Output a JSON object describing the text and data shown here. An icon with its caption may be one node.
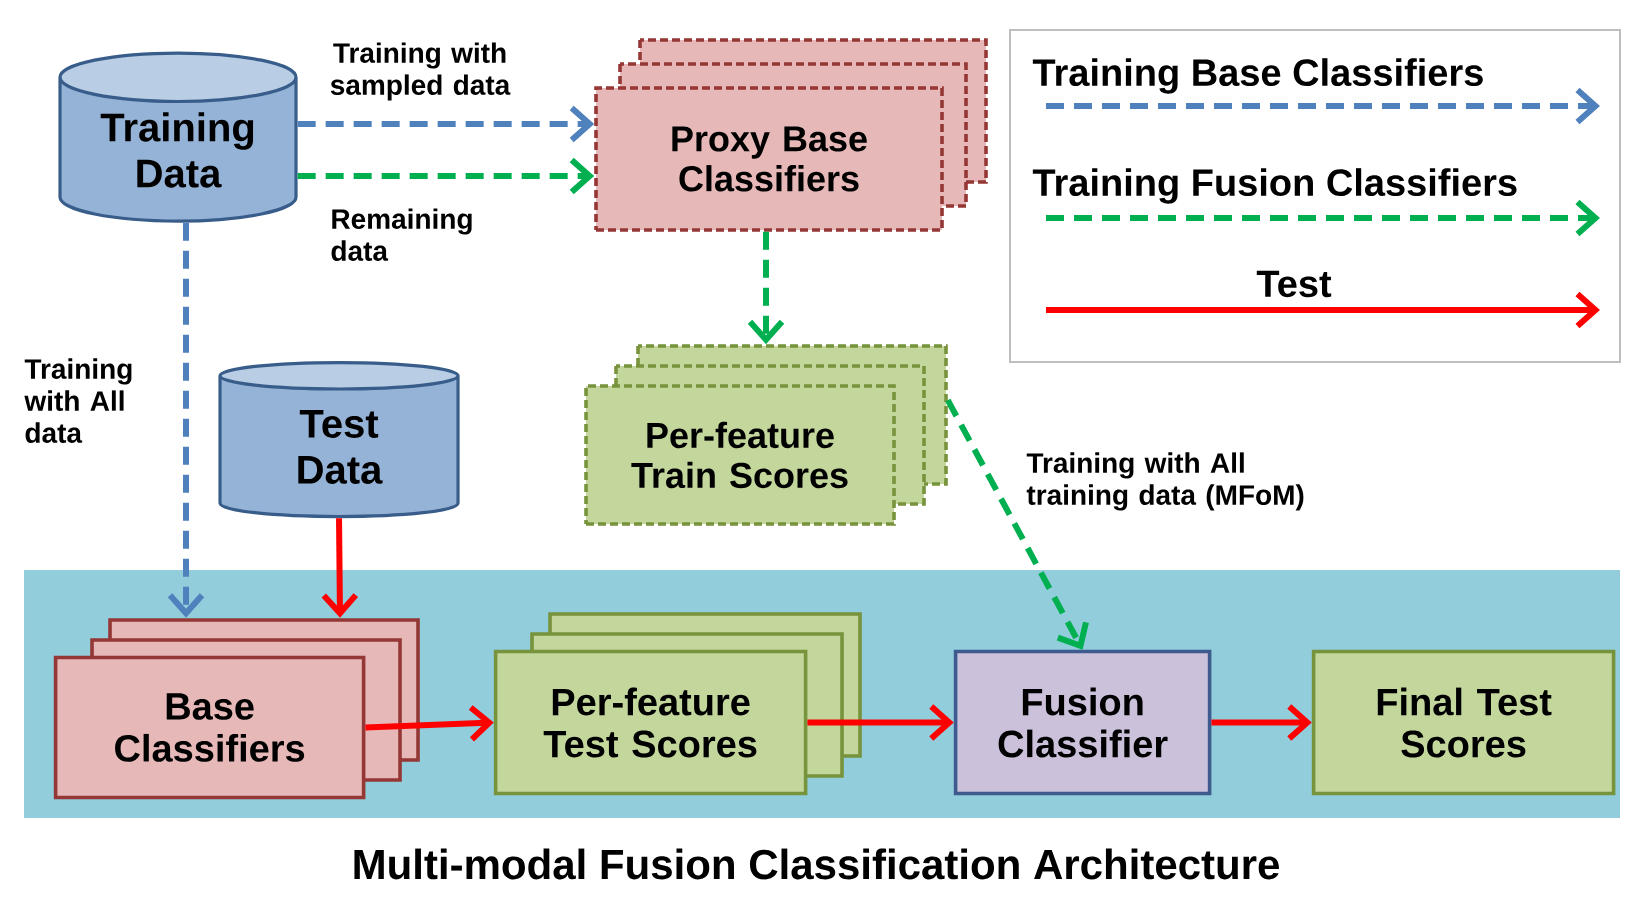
{
  "diagram": {
    "caption": "Multi-modal Fusion Classification Architecture",
    "nodes": [
      {
        "text": [],
        "shape": "band"
      },
      {
        "text": [
          "Training Data"
        ]
      },
      {
        "text": [
          "Proxy Base Classifiers"
        ]
      },
      {
        "text": [
          "Test Data"
        ]
      },
      {
        "text": [
          "Per-feature Train Scores"
        ]
      },
      {
        "text": [
          "Base Classifiers"
        ],
        "in": 0
      },
      {
        "text": [
          "Per-feature Test Scores"
        ],
        "in": 0
      },
      {
        "text": [
          "Fusion Classifier"
        ],
        "in": 0
      },
      {
        "text": [
          "Final Test Scores"
        ],
        "in": 0
      }
    ],
    "edges": [
      {
        "from": 1,
        "to": 2,
        "arrow": "to",
        "label": "Training with sampled data",
        "style": "dashed",
        "color": "#4f81bd"
      },
      {
        "from": 1,
        "to": 2,
        "arrow": "to",
        "label": "Remaining data",
        "style": "dashed",
        "color": "#00b050"
      },
      {
        "from": 1,
        "to": 5,
        "arrow": "to",
        "label": "Training with All data",
        "style": "dashed",
        "color": "#4f81bd"
      },
      {
        "from": 2,
        "to": 4,
        "arrow": "to",
        "style": "dashed",
        "color": "#00b050"
      },
      {
        "from": 3,
        "to": 5,
        "arrow": "to"
      },
      {
        "from": 4,
        "to": 7,
        "arrow": "to",
        "label": "Training with All training data (MFoM)",
        "style": "dashed",
        "color": "#00b050"
      },
      {
        "from": 5,
        "to": 6,
        "arrow": "to"
      },
      {
        "from": 6,
        "to": 7,
        "arrow": "to"
      },
      {
        "from": 7,
        "to": 8,
        "arrow": "to"
      }
    ],
    "legend": [
      {
        "text": "Training Base Classifiers"
      },
      {
        "text": "Training Fusion Classifiers"
      },
      {
        "text": "Test"
      }
    ]
  }
}
